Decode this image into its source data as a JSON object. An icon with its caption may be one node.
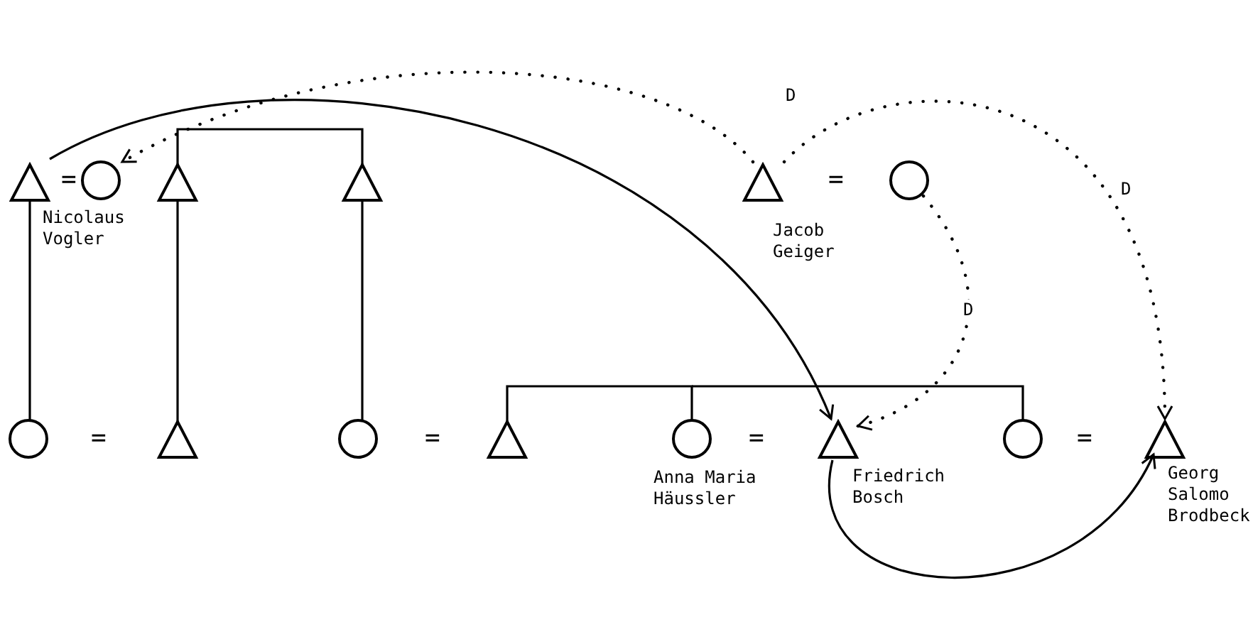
{
  "diagram": {
    "nodes": [
      {
        "text": [],
        "shape": "triangle",
        "beside": [
          "Nicolaus Vogler"
        ]
      },
      {
        "text": [],
        "shape": "circle"
      },
      {
        "text": [],
        "shape": "triangle"
      },
      {
        "text": [],
        "shape": "triangle"
      },
      {
        "text": [],
        "shape": "triangle",
        "beside": [
          "Jacob Geiger"
        ]
      },
      {
        "text": [],
        "shape": "circle"
      },
      {
        "text": [],
        "shape": "circle"
      },
      {
        "text": [],
        "shape": "triangle"
      },
      {
        "text": [],
        "shape": "circle"
      },
      {
        "text": [],
        "shape": "triangle"
      },
      {
        "text": [],
        "shape": "circle",
        "beside": [
          "Anna Maria Häussler"
        ]
      },
      {
        "text": [],
        "shape": "triangle",
        "beside": [
          "Friedrich Bosch"
        ]
      },
      {
        "text": [],
        "shape": "circle"
      },
      {
        "text": [],
        "shape": "triangle",
        "beside": [
          "Georg Salomo Brodbeck"
        ]
      }
    ],
    "edges": [
      {
        "from": 0,
        "to": 6,
        "arrow": "none"
      },
      {
        "from": 2,
        "to": 3,
        "arrow": "none"
      },
      {
        "from": 2,
        "to": 7,
        "arrow": "none"
      },
      {
        "from": 3,
        "to": 8,
        "arrow": "none"
      },
      {
        "from": 9,
        "to": 10,
        "arrow": "none"
      },
      {
        "from": 10,
        "to": 12,
        "arrow": "none"
      },
      {
        "from": 0,
        "to": 11,
        "arrow": "to"
      },
      {
        "from": 4,
        "to": 1,
        "arrow": "to",
        "style": "dashed",
        "label": "D"
      },
      {
        "from": 4,
        "to": 13,
        "arrow": "to",
        "style": "dashed",
        "label": "D"
      },
      {
        "from": 5,
        "to": 11,
        "arrow": "to",
        "style": "dashed",
        "label": "D"
      },
      {
        "from": 11,
        "to": 13,
        "arrow": "to"
      }
    ],
    "labels": [
      "=",
      "=",
      "=",
      "=",
      "=",
      "="
    ]
  }
}
